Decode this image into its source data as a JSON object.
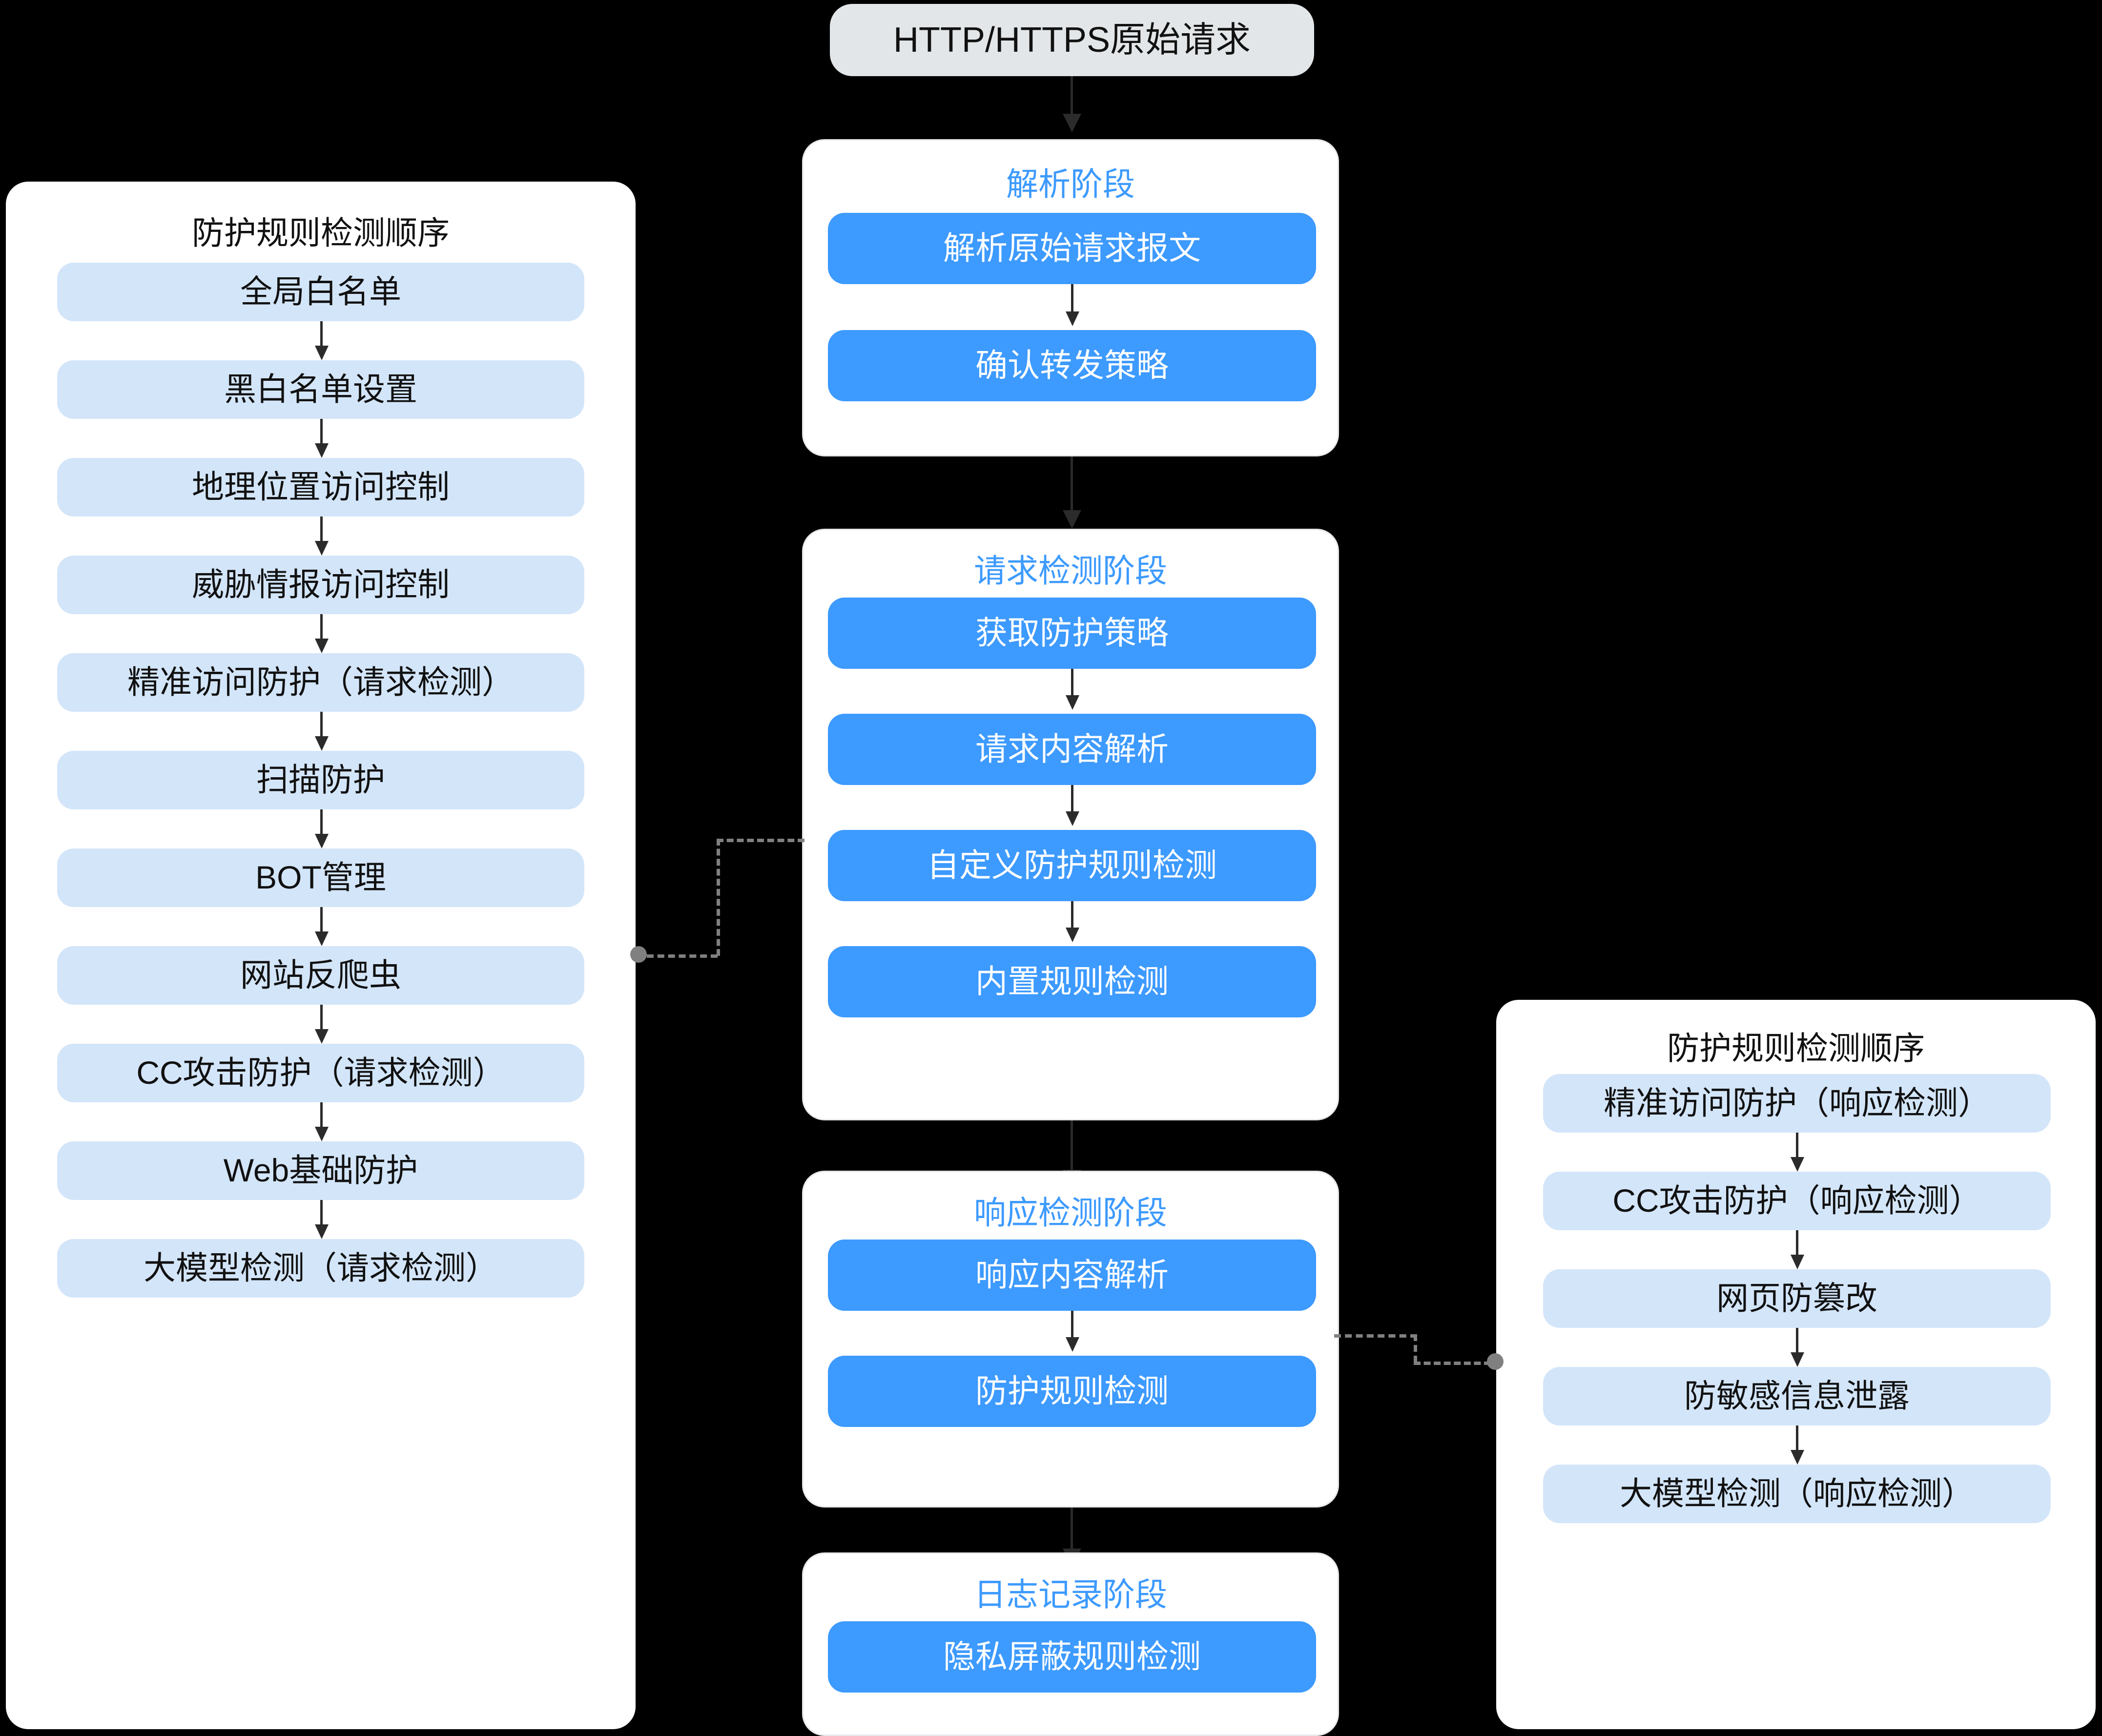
{
  "start_node": {
    "label": "HTTP/HTTPS原始请求"
  },
  "left_panel": {
    "title": "防护规则检测顺序",
    "items": [
      {
        "label": "全局白名单"
      },
      {
        "label": "黑白名单设置"
      },
      {
        "label": "地理位置访问控制"
      },
      {
        "label": "威胁情报访问控制"
      },
      {
        "label": "精准访问防护（请求检测）"
      },
      {
        "label": "扫描防护"
      },
      {
        "label": "BOT管理"
      },
      {
        "label": "网站反爬虫"
      },
      {
        "label": "CC攻击防护（请求检测）"
      },
      {
        "label": "Web基础防护"
      },
      {
        "label": "大模型检测（请求检测）"
      }
    ]
  },
  "right_panel": {
    "title": "防护规则检测顺序",
    "items": [
      {
        "label": "精准访问防护（响应检测）"
      },
      {
        "label": "CC攻击防护（响应检测）"
      },
      {
        "label": "网页防篡改"
      },
      {
        "label": "防敏感信息泄露"
      },
      {
        "label": "大模型检测（响应检测）"
      }
    ]
  },
  "stages": [
    {
      "title": "解析阶段",
      "steps": [
        {
          "label": "解析原始请求报文"
        },
        {
          "label": "确认转发策略"
        }
      ]
    },
    {
      "title": "请求检测阶段",
      "steps": [
        {
          "label": "获取防护策略"
        },
        {
          "label": "请求内容解析"
        },
        {
          "label": "自定义防护规则检测"
        },
        {
          "label": "内置规则检测"
        }
      ]
    },
    {
      "title": "响应检测阶段",
      "steps": [
        {
          "label": "响应内容解析"
        },
        {
          "label": "防护规则检测"
        }
      ]
    },
    {
      "title": "日志记录阶段",
      "steps": [
        {
          "label": "隐私屏蔽规则检测"
        }
      ]
    }
  ],
  "colors": {
    "background": "#000000",
    "panel_background": "#ffffff",
    "stage_accent": "#3d9afe",
    "node_light_blue": "#d3e5f9",
    "node_start_gray": "#e2e6e8",
    "arrow": "#2b2b2b",
    "dashed_link": "#808080"
  }
}
